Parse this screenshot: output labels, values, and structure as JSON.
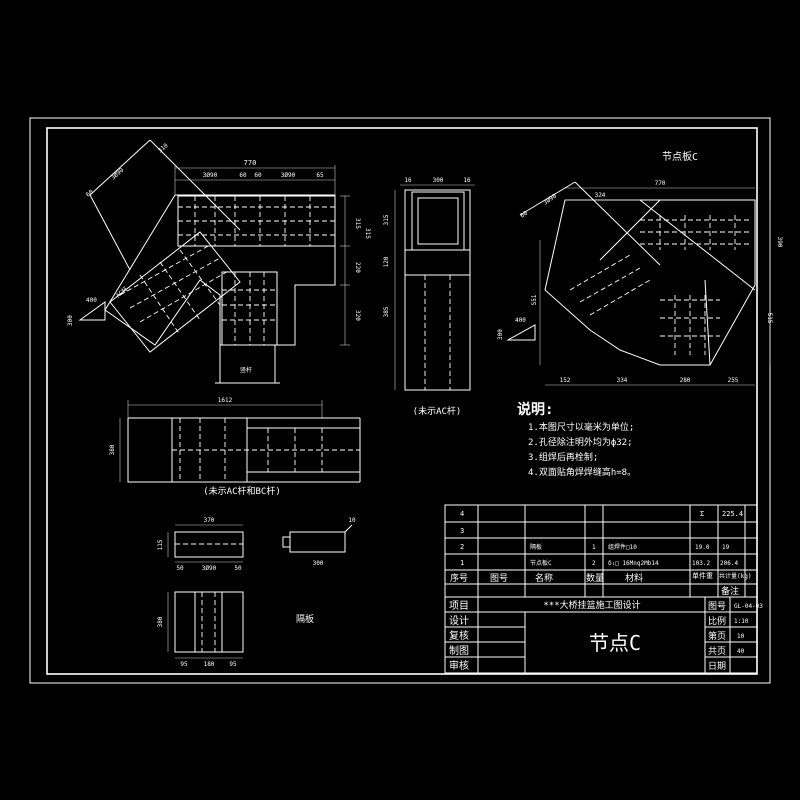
{
  "colors": {
    "background": "#000000",
    "lines": "#ffffff"
  },
  "views": {
    "main_dims": {
      "top_width": "770",
      "d1": "3Ø90",
      "d2": "60",
      "d3": "60",
      "d4": "3Ø90",
      "d5": "65",
      "diag1": "310",
      "diag2": "3Ø90",
      "diag3": "60",
      "right1": "315",
      "right2": "220",
      "right3": "320",
      "right4": "315",
      "ac_label": "AC杆",
      "vertical_label": "竖杆"
    },
    "main_slope": {
      "top": "400",
      "side": "300"
    },
    "side_dims": {
      "top1": "16",
      "top2": "300",
      "top3": "16",
      "left1": "315",
      "left2": "120",
      "left3": "385"
    },
    "side_caption": "(未示AC杆)",
    "plan_dims": {
      "width": "1612",
      "height": "380"
    },
    "plan_caption": "(未示AC杆和BC杆)",
    "plate_title": "节点板C",
    "plate_dims": {
      "top": "770",
      "sub1": "324",
      "diag": "3Ø90",
      "diag2": "60",
      "right1": "390",
      "right2": "515",
      "bottom1": "152",
      "bottom2": "334",
      "bottom3": "280",
      "bottom4": "255",
      "left": "551"
    },
    "plate_slope": {
      "top": "400",
      "side": "300"
    },
    "diaphragm_label": "隔板",
    "diaphragm_dims": {
      "width": "370",
      "h": "115",
      "b1": "50",
      "b2": "3Ø90",
      "b3": "50",
      "t": "10",
      "w2": "300",
      "l1": "380",
      "c1": "95",
      "c2": "180",
      "c3": "95"
    }
  },
  "notes": {
    "title": "说明:",
    "items": [
      "1.本图尺寸以毫米为单位;",
      "2.孔径除注明外均为ф32;",
      "3.组焊后再栓制;",
      "4.双面贴角焊焊缝高h=8。"
    ]
  },
  "bom": {
    "rows": [
      {
        "no": "4",
        "name": "",
        "qty": "",
        "spec": "",
        "single": "Σ",
        "total": "225.4"
      },
      {
        "no": "3",
        "name": "",
        "qty": "",
        "spec": "",
        "single": "",
        "total": ""
      },
      {
        "no": "2",
        "name": "隔板",
        "qty": "1",
        "spec": "组焊件□10",
        "single": "19.0",
        "total": "19"
      },
      {
        "no": "1",
        "name": "节点板C",
        "qty": "2",
        "spec": "δ₁□ 16Mnq2Mb14",
        "single": "103.2",
        "total": "206.4"
      }
    ],
    "headers": {
      "no": "序号",
      "drawing": "图号",
      "name": "名称",
      "qty": "数量",
      "material": "材料",
      "weight_single": "单件重",
      "weight_total": "共计量(kg)",
      "remarks": "备注"
    }
  },
  "titleblock": {
    "left_labels": [
      "项目",
      "设计",
      "复核",
      "制图",
      "审核"
    ],
    "project_name": "***大桥挂篮施工图设计",
    "drawing_title": "节点C",
    "right_labels": [
      "图号",
      "比例",
      "第页",
      "共页",
      "日期"
    ],
    "right_values": [
      "GL-04-03",
      "1:10",
      "10",
      "40",
      ""
    ]
  }
}
